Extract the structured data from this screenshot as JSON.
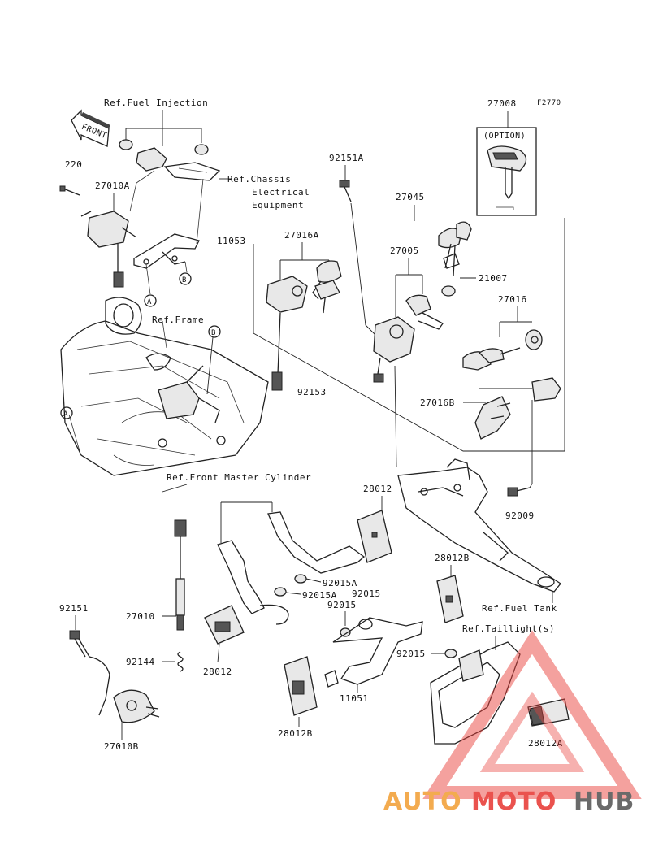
{
  "figure_code": "F2770",
  "front_arrow": "FRONT",
  "labels": {
    "ref_fuel_injection": "Ref.Fuel Injection",
    "ref_chassis_1": "Ref.Chassis",
    "ref_chassis_2": "Electrical",
    "ref_chassis_3": "Equipment",
    "ref_frame": "Ref.Frame",
    "ref_front_master": "Ref.Front Master Cylinder",
    "ref_fuel_tank": "Ref.Fuel Tank",
    "ref_taillight": "Ref.Taillight(s)",
    "option": "(OPTION)"
  },
  "part_numbers": {
    "p220": "220",
    "p27010A": "27010A",
    "p11053": "11053",
    "p27016A": "27016A",
    "p92151A": "92151A",
    "p27045": "27045",
    "p27008": "27008",
    "p27005": "27005",
    "p21007": "21007",
    "p27016": "27016",
    "p92153": "92153",
    "p27016B": "27016B",
    "p28012_top": "28012",
    "p92009": "92009",
    "p92015A_1": "92015A",
    "p92015_1": "92015",
    "p92015A_2": "92015A",
    "p92015_2": "92015",
    "p28012B_top": "28012B",
    "p92151": "92151",
    "p27010": "27010",
    "p92144": "92144",
    "p28012_bottom": "28012",
    "p92015_3": "92015",
    "p11051": "11051",
    "p28012B_bottom": "28012B",
    "p28012A": "28012A",
    "p27010B": "27010B"
  },
  "callouts": {
    "a1": "A",
    "b1": "B",
    "b2": "B",
    "a2": "A"
  },
  "watermark": {
    "part1": "AUTO",
    "part2": "MOTO",
    "part3": "HUB"
  },
  "colors": {
    "watermark_orange": "#f2a23c",
    "watermark_red": "#e8403b",
    "watermark_gray": "#5a5a5a"
  }
}
